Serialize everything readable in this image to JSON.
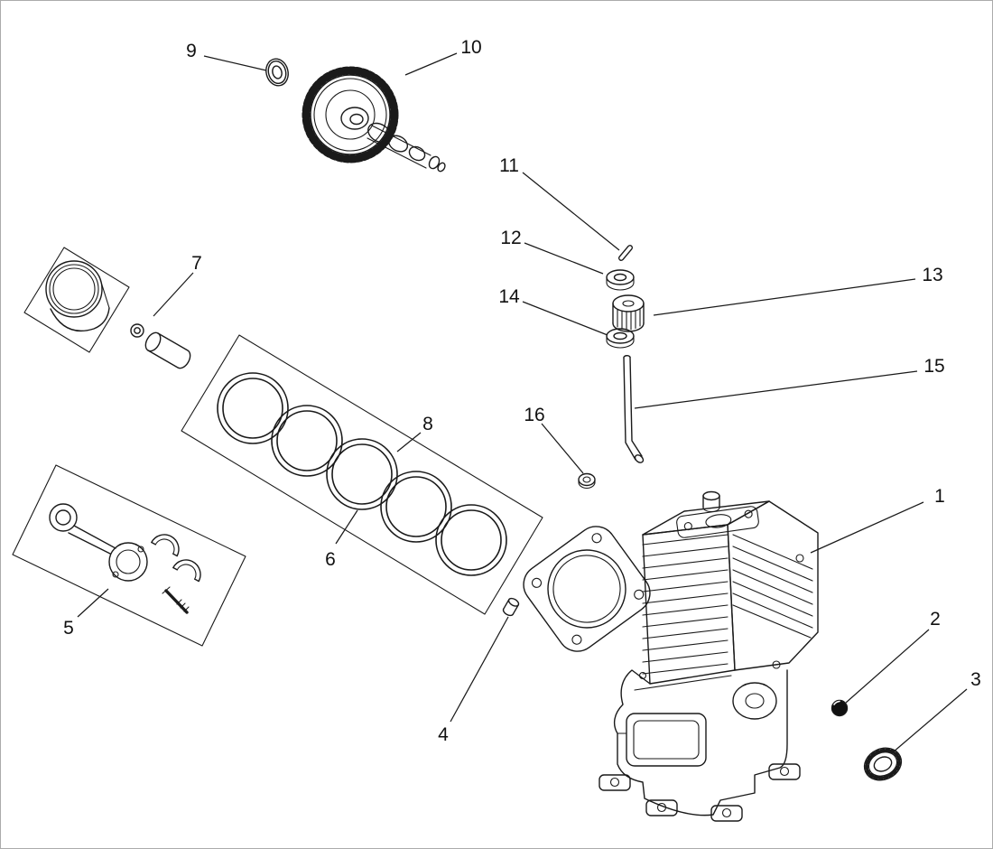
{
  "figure": {
    "background": "#ffffff",
    "line_color": "#1a1a1a",
    "label_color": "#111111",
    "border_color": "#ababab"
  },
  "callouts": [
    {
      "label": "1"
    },
    {
      "label": "2"
    },
    {
      "label": "3"
    },
    {
      "label": "4"
    },
    {
      "label": "5"
    },
    {
      "label": "6"
    },
    {
      "label": "7"
    },
    {
      "label": "8"
    },
    {
      "label": "9"
    },
    {
      "label": "10"
    },
    {
      "label": "11"
    },
    {
      "label": "12"
    },
    {
      "label": "13"
    },
    {
      "label": "14"
    },
    {
      "label": "15"
    },
    {
      "label": "16"
    }
  ]
}
